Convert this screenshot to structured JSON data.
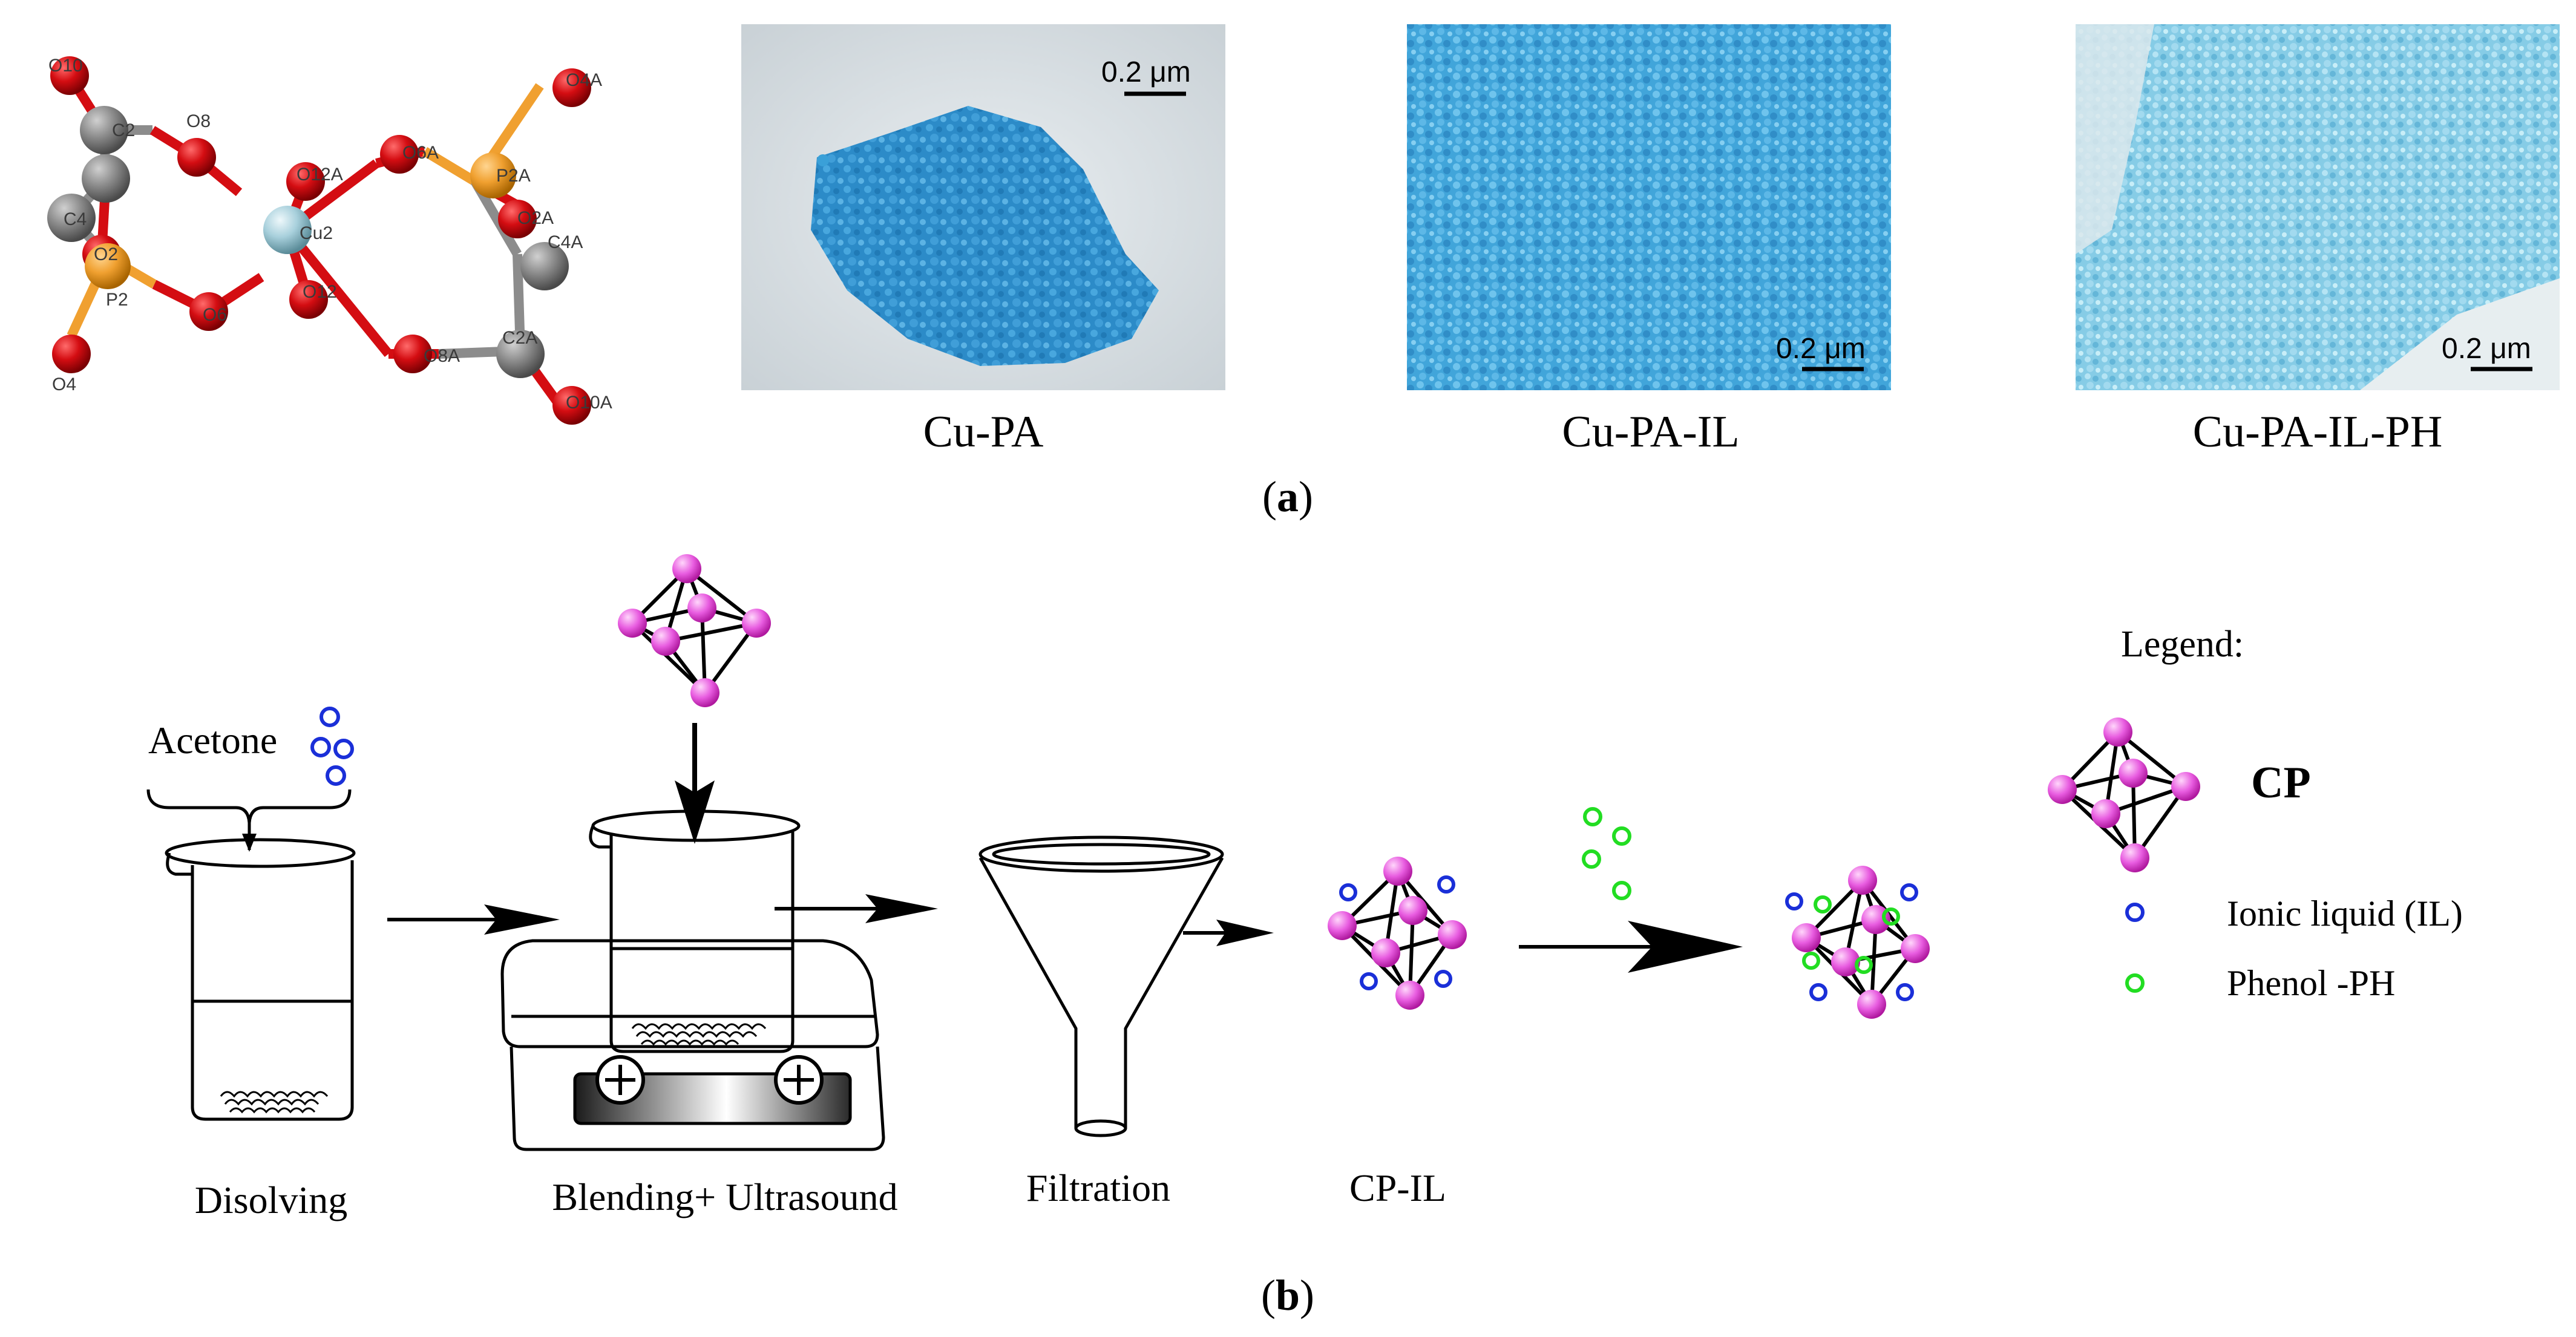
{
  "panel_a": {
    "label_open": "(",
    "label_letter": "a",
    "label_close": ")",
    "atoms": {
      "O10": "O10",
      "C2": "C2",
      "O8": "O8",
      "C4": "C4",
      "O2": "O2",
      "P2": "P2",
      "O6": "O6",
      "O4": "O4",
      "O12A": "O12A",
      "Cu2": "Cu2",
      "O12": "O12",
      "O6A": "O6A",
      "P2A": "P2A",
      "O4A": "O4A",
      "O2A": "O2A",
      "C4A": "C4A",
      "O8A": "O8A",
      "C2A": "C2A",
      "O10A": "O10A"
    },
    "micrographs": [
      {
        "caption": "Cu-PA",
        "scale": "0.2 μm"
      },
      {
        "caption": "Cu-PA-IL",
        "scale": "0.2 μm"
      },
      {
        "caption": "Cu-PA-IL-PH",
        "scale": "0.2 μm"
      }
    ]
  },
  "panel_b": {
    "label_open": "(",
    "label_letter": "b",
    "label_close": ")",
    "acetone": "Acetone",
    "steps": {
      "dissolving": "Disolving",
      "blending": "Blending+ Ultrasound",
      "filtration": "Filtration",
      "cp_il": "CP-IL"
    },
    "legend": {
      "title": "Legend:",
      "cp": "CP",
      "ionic_liquid": "Ionic liquid (IL)",
      "phenol": "Phenol -PH"
    }
  },
  "colors": {
    "oxygen": "#d40d12",
    "carbon": "#8c8c8c",
    "phosphorus": "#f0a030",
    "copper": "#a8d0dc",
    "cp_sphere": "#e85ce0",
    "ionic_liquid": "#1a2fd8",
    "phenol": "#22dd22",
    "powder": "#3aa0d8"
  }
}
